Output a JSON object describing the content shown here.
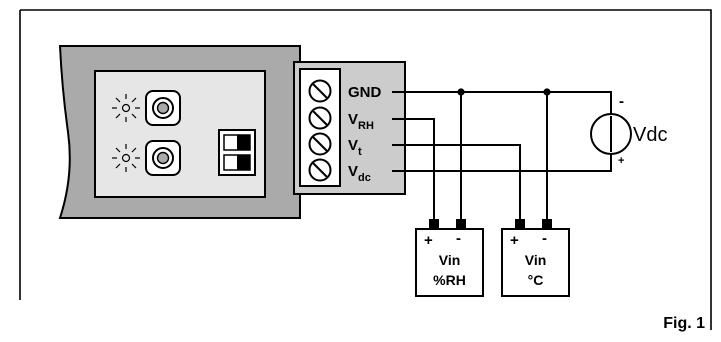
{
  "terminals": {
    "gnd": "GND",
    "vrh_main": "V",
    "vrh_sub": "RH",
    "vt_main": "V",
    "vt_sub": "t",
    "vdc_main": "V",
    "vdc_sub": "dc"
  },
  "supply": {
    "label": "Vdc",
    "minus": "-",
    "plus": "+"
  },
  "meters": [
    {
      "plus": "+",
      "minus": "-",
      "line1": "Vin",
      "line2": "%RH"
    },
    {
      "plus": "+",
      "minus": "-",
      "line1": "Vin",
      "line2": "°C"
    }
  ],
  "figure_label": "Fig. 1"
}
